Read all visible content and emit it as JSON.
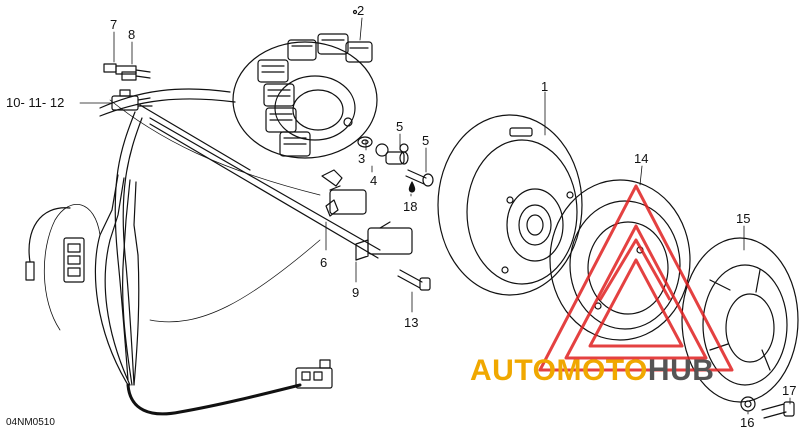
{
  "figure_code": "04NM0510",
  "callouts": {
    "c1": "1",
    "c2": "2",
    "c3": "3",
    "c4": "4",
    "c5a": "5",
    "c5b": "5",
    "c6": "6",
    "c7": "7",
    "c8": "8",
    "c9": "9",
    "c10_12": "10- 11- 12",
    "c13": "13",
    "c14": "14",
    "c15": "15",
    "c16": "16",
    "c17": "17",
    "c18": "18"
  },
  "watermark": {
    "part1": "AUTOMOTO",
    "part2": "HUB",
    "color_primary": "#f0a800",
    "color_secondary": "#555555",
    "color_logo": "#e02020"
  }
}
